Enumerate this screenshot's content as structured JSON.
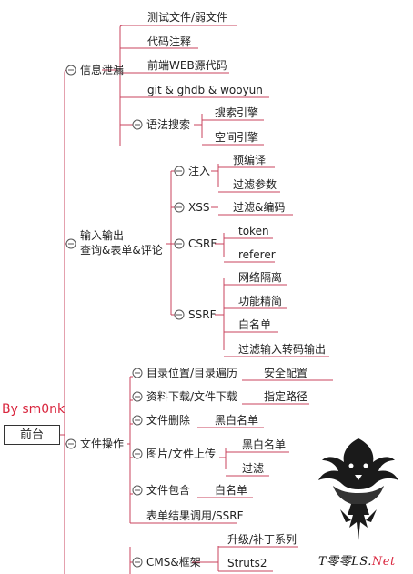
{
  "author": "By sm0nk",
  "watermark_main": "T零零LS.",
  "watermark_accent": "Net",
  "root": "前台",
  "branches": {
    "info_leak": {
      "label": "信息泄漏",
      "children": [
        "测试文件/弱文件",
        "代码注释",
        "前端WEB源代码",
        "git & ghdb & wooyun"
      ],
      "syntax_search": {
        "label": "语法搜索",
        "children": [
          "搜索引擎",
          "空间引擎"
        ]
      }
    },
    "io": {
      "label_line1": "输入输出",
      "label_line2": "查询&表单&评论",
      "inject": {
        "label": "注入",
        "children": [
          "预编译",
          "过滤参数"
        ]
      },
      "xss": {
        "label": "XSS",
        "children": [
          "过滤&编码"
        ]
      },
      "csrf": {
        "label": "CSRF",
        "children": [
          "token",
          "referer"
        ]
      },
      "ssrf": {
        "label": "SSRF",
        "children": [
          "网络隔离",
          "功能精简",
          "白名单",
          "过滤输入转码输出"
        ]
      }
    },
    "file_ops": {
      "label": "文件操作",
      "traverse": {
        "label": "目录位置/目录遍历",
        "child": "安全配置"
      },
      "download": {
        "label": "资料下载/文件下载",
        "child": "指定路径"
      },
      "delete": {
        "label": "文件删除",
        "child": "黑白名单"
      },
      "upload": {
        "label": "图片/文件上传",
        "children": [
          "黑白名单",
          "过滤"
        ]
      },
      "include": {
        "label": "文件包含",
        "child": "白名单"
      },
      "form_ssrf": "表单结果调用/SSRF"
    },
    "cms": {
      "label": "CMS&框架",
      "children": [
        "升级/补丁系列",
        "Struts2"
      ]
    }
  }
}
